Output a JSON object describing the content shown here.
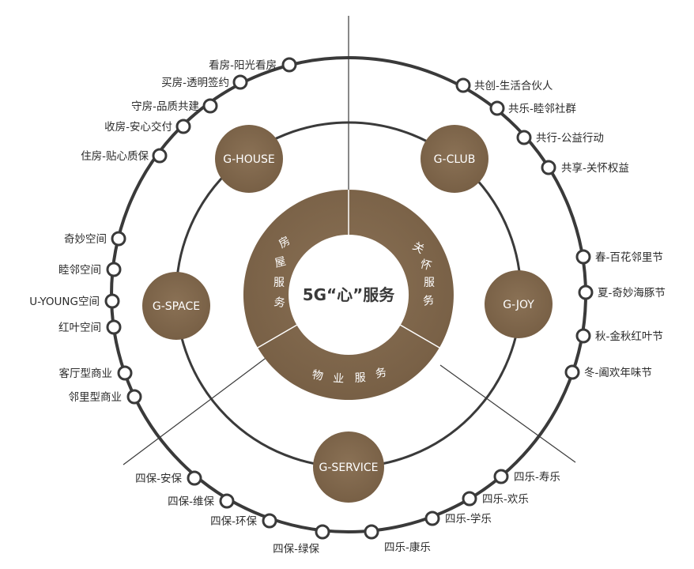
{
  "center_title": "5G“心”服务",
  "core_segments": [
    {
      "id": "house-service",
      "chars": [
        "房",
        "屋",
        "服",
        "务"
      ]
    },
    {
      "id": "care-service",
      "chars": [
        "关",
        "怀",
        "服",
        "务"
      ]
    },
    {
      "id": "property-service",
      "chars": [
        "物",
        "业",
        "服",
        "务"
      ]
    }
  ],
  "nodes": [
    {
      "id": "g-house",
      "label": "G-HOUSE"
    },
    {
      "id": "g-club",
      "label": "G-CLUB"
    },
    {
      "id": "g-space",
      "label": "G-SPACE"
    },
    {
      "id": "g-joy",
      "label": "G-JOY"
    },
    {
      "id": "g-service",
      "label": "G-SERVICE"
    }
  ],
  "outer_labels": {
    "house": [
      "看房-阳光看房",
      "买房-透明签约",
      "守房-品质共建",
      "收房-安心交付",
      "住房-贴心质保"
    ],
    "club": [
      "共创-生活合伙人",
      "共乐-睦邻社群",
      "共行-公益行动",
      "共享-关怀权益"
    ],
    "space": [
      "奇妙空间",
      "睦邻空间",
      "U-YOUNG空间",
      "红叶空间",
      "客厅型商业",
      "邻里型商业"
    ],
    "joy": [
      "春-百花邻里节",
      "夏-奇妙海豚节",
      "秋-金秋红叶节",
      "冬-阖欢年味节"
    ],
    "service_left": [
      "四保-安保",
      "四保-维保",
      "四保-环保",
      "四保-绿保"
    ],
    "service_right": [
      "四乐-寿乐",
      "四乐-欢乐",
      "四乐-学乐",
      "四乐-康乐"
    ]
  },
  "colors": {
    "brown": "#836a4e",
    "brown_dark": "#6f583f",
    "line": "#3a3a3a",
    "text": "#2b2b2b"
  }
}
